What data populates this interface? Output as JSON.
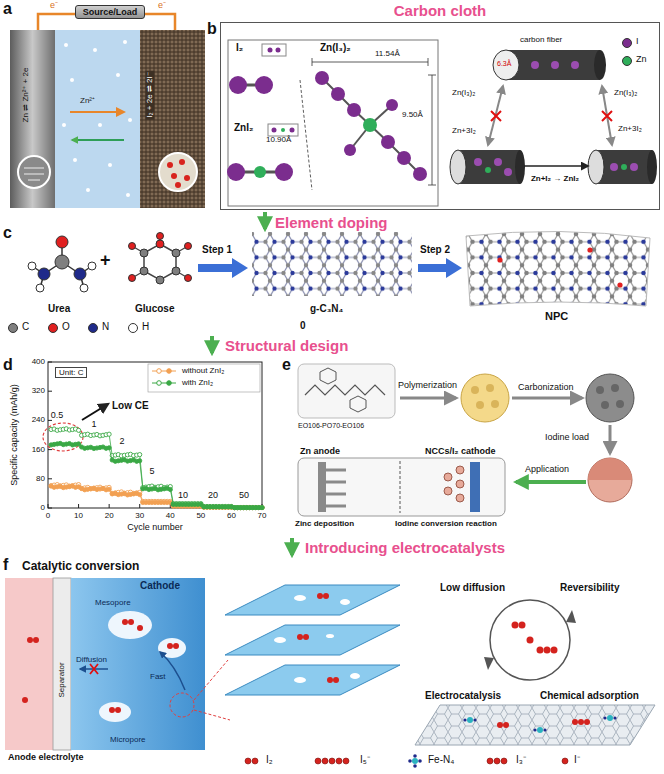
{
  "diagram": {
    "nodes": [
      {
        "text": [
          "Source/Load"
        ]
      },
      {
        "text": [
          "Carbon cloth"
        ]
      },
      {
        "text": [
          "Unit: C"
        ]
      }
    ],
    "labels": [
      "a",
      "e⁻",
      "e⁻",
      "Zn ⇌ Zn²⁺ + 2e",
      "Zn²⁺",
      "I₂ + 2e ⇌ 2I⁻",
      "b",
      "I₂",
      "Zn(I₃)₂",
      "ZnI₂",
      "11.54Å",
      "10.90Å",
      "9.50Å",
      "carbon fiber",
      "6.3Å",
      "Zn(I₃)₂",
      "Zn+3I₂",
      "Zn(I₃)₂",
      "Zn+3I₂",
      "Zn+I₂ → ZnI₂",
      "Element doping",
      "c",
      "Urea",
      "+",
      "Glucose",
      "Step 1",
      "g-C₃N₄",
      "Step 2",
      "NPC",
      "0",
      "Structural design",
      "d",
      "Specific capacity (mAh/g)",
      "Cycle number",
      "0",
      "80",
      "160",
      "240",
      "320",
      "400",
      "0",
      "10",
      "20",
      "30",
      "40",
      "50",
      "60",
      "70",
      "0.5",
      "1",
      "2",
      "5",
      "10",
      "20",
      "50",
      "Low CE",
      "e",
      "EO106-PO70-EO106",
      "Polymerization",
      "Carbonization",
      "Iodine load",
      "Application",
      "Zn anode",
      "NCCs/I₂ cathode",
      "Zinc deposition",
      "Iodine conversion reaction",
      "Introducing electrocatalysts",
      "f",
      "Catalytic conversion",
      "Anode electrolyte",
      "Separator",
      "Cathode",
      "Mesopore",
      "Diffusion",
      "Fast",
      "Micropore",
      "Low diffusion",
      "Reversibility",
      "Electrocatalysis",
      "Chemical adsorption"
    ],
    "legend": [
      {
        "text": "I",
        "color": "#7b2d8e"
      },
      {
        "text": "Zn",
        "color": "#2fae5a"
      },
      {
        "text": "C",
        "color": "#7f7f7f"
      },
      {
        "text": "O",
        "color": "#e02020"
      },
      {
        "text": "N",
        "color": "#1f2a8a"
      },
      {
        "text": "H",
        "color": "#ffffff"
      },
      {
        "text": "without ZnI₂"
      },
      {
        "text": "with ZnI₂"
      },
      {
        "text": "I₂"
      },
      {
        "text": "I₅⁻"
      },
      {
        "text": "Fe-N₄"
      },
      {
        "text": "I₃⁻"
      },
      {
        "text": "I⁻"
      }
    ]
  }
}
